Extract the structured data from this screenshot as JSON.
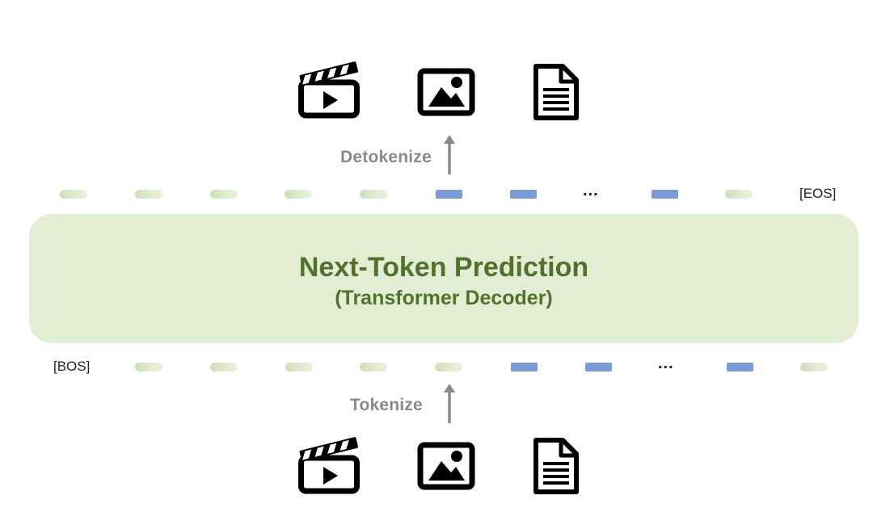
{
  "diagram": {
    "detokenize_label": "Detokenize",
    "tokenize_label": "Tokenize",
    "eos_label": "[EOS]",
    "bos_label": "[BOS]",
    "ellipsis": "...",
    "decoder_title": "Next-Token Prediction",
    "decoder_subtitle": "(Transformer Decoder)"
  },
  "icons": {
    "top": [
      "video-clapperboard-icon",
      "image-icon",
      "document-icon"
    ],
    "bottom": [
      "video-clapperboard-icon",
      "image-icon",
      "document-icon"
    ]
  },
  "colors": {
    "decoder_fill": "#e3edd3",
    "decoder_text": "#52712a",
    "text_token": "#d6e6c2",
    "visual_token": "#7b9bd6",
    "arrow": "#8a8a8a"
  },
  "output_tokens": [
    "text",
    "text",
    "text",
    "text",
    "text",
    "visual",
    "visual",
    "ellipsis",
    "visual",
    "text",
    "eos"
  ],
  "input_tokens": [
    "bos",
    "text",
    "text",
    "text",
    "text",
    "text",
    "visual",
    "visual",
    "ellipsis",
    "visual",
    "text"
  ]
}
